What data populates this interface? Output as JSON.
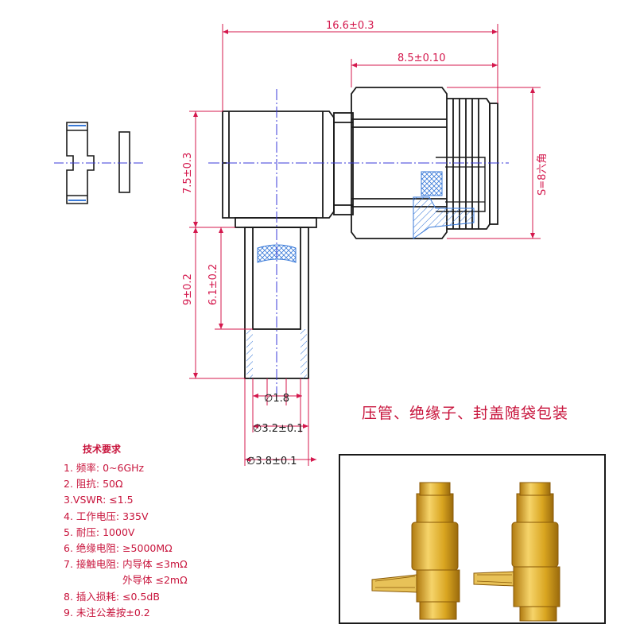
{
  "dimensions": {
    "overall_length": "16.6±0.3",
    "hex_length": "8.5±0.10",
    "body_height": "7.5±0.3",
    "hex_size": "S=8六角",
    "ferrule_length": "9±0.2",
    "crimp_length": "6.1±0.2",
    "pin_diameter": "∅1.8",
    "inner_diameter": "∅3.2±0.1",
    "outer_diameter": "∅3.8±0.1"
  },
  "packing_note": "压管、绝缘子、封盖随袋包装",
  "tech_requirements": {
    "title": "技术要求",
    "items": [
      "1. 频率: 0~6GHz",
      "2. 阻抗: 50Ω",
      "3.VSWR: ≤1.5",
      "4. 工作电压: 335V",
      "5. 耐压: 1000V",
      "6. 绝缘电阻: ≥5000MΩ",
      "7. 接触电阻: 内导体 ≤3mΩ",
      "外导体 ≤2mΩ",
      "8. 插入损耗: ≤0.5dB",
      "9. 未注公差按±0.2"
    ]
  },
  "colors": {
    "outline": "#1a1a1a",
    "dimension": "#d4184d",
    "centerline": "#3a3ad8",
    "hatch": "#3a7ad8",
    "gold": "#d9a520"
  },
  "icons": {
    "photo": "two-gold-right-angle-sma-connectors"
  }
}
